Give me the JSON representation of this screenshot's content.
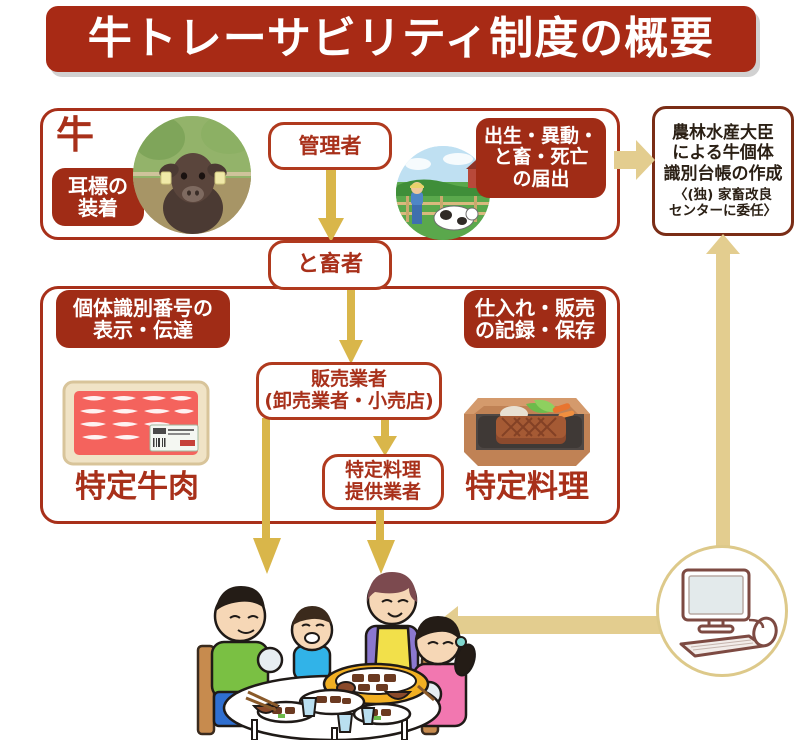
{
  "title": "牛トレーサビリティ制度の概要",
  "theme": {
    "title_bg": "#a82a15",
    "title_text": "#ffffff",
    "card_border": "#a8301a",
    "chip_bg": "#a02c16",
    "chip_text": "#ffffff",
    "node_text": "#a8301a",
    "arrow_gold": "#d9b64a",
    "arrow_tan": "#e3cd8f",
    "pc_circle": "#ddc98a"
  },
  "upper": {
    "cow_label": "牛",
    "eartag_chip": "耳標の\n装着",
    "manager_box": "管理者",
    "notify_chip": "出生・異動・\nと畜・死亡\nの届出",
    "slaughter_box": "と畜者",
    "cow_photo_alt": "cow-photo",
    "farmer_photo_alt": "farmer-and-cattle-photo"
  },
  "ministry": {
    "main": "農林水産大臣\nによる牛個体\n識別台帳の作成",
    "sub": "〈(独) 家畜改良\nセンターに委任〉"
  },
  "lower": {
    "idnum_chip": "個体識別番号の\n表示・伝達",
    "record_chip": "仕入れ・販売\nの記録・保存",
    "seller_box": "販売業者\n(卸売業者・小売店)",
    "cook_box": "特定料理\n提供業者",
    "beef_caption": "特定牛肉",
    "dish_caption": "特定料理",
    "beef_img_alt": "packaged-sliced-beef",
    "dish_img_alt": "steak-on-hot-plate"
  },
  "bottom": {
    "pc_alt": "desktop-computer-icon",
    "family_alt": "family-eating-at-table"
  },
  "arrows": [
    {
      "name": "manager-to-slaughterer",
      "direction": "down"
    },
    {
      "name": "notification-to-ministry",
      "direction": "right"
    },
    {
      "name": "slaughterer-to-seller",
      "direction": "down"
    },
    {
      "name": "seller-to-cook",
      "direction": "down"
    },
    {
      "name": "beef-to-consumer",
      "direction": "down"
    },
    {
      "name": "cook-to-consumer",
      "direction": "down"
    },
    {
      "name": "computer-to-ministry",
      "direction": "up"
    },
    {
      "name": "computer-to-consumer",
      "direction": "left"
    }
  ]
}
